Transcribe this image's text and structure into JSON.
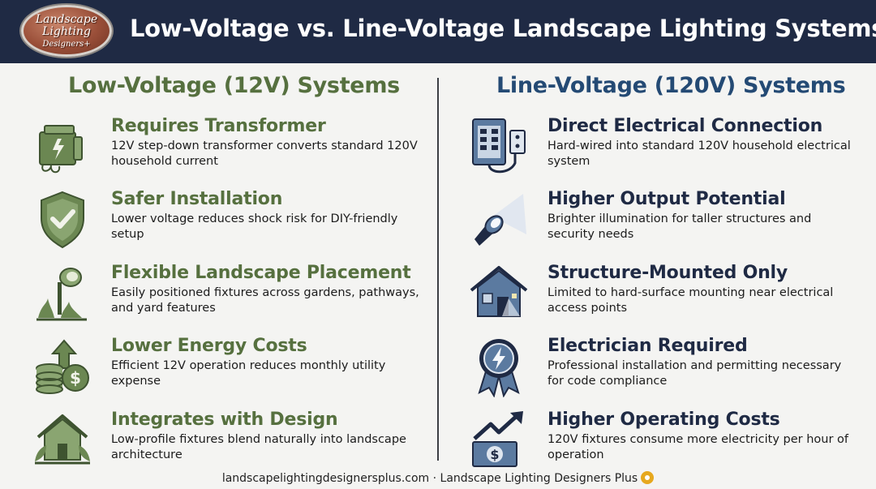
{
  "header": {
    "title": "Low-Voltage vs. Line-Voltage Landscape Lighting Systems",
    "logo_lines": [
      "Landscape",
      "Lighting",
      "Designers+"
    ]
  },
  "left": {
    "title": "Low-Voltage (12V) Systems",
    "accent": "#56703f",
    "items": [
      {
        "icon": "transformer-icon",
        "title": "Requires Transformer",
        "desc": "12V step-down transformer converts standard 120V household current"
      },
      {
        "icon": "shield-check-icon",
        "title": "Safer Installation",
        "desc": "Lower voltage reduces shock risk for DIY-friendly setup"
      },
      {
        "icon": "spotlight-plant-icon",
        "title": "Flexible Landscape Placement",
        "desc": "Easily positioned fixtures across gardens, pathways, and yard features"
      },
      {
        "icon": "coins-arrow-up-icon",
        "title": "Lower Energy Costs",
        "desc": "Efficient 12V operation reduces monthly utility expense"
      },
      {
        "icon": "house-leaves-icon",
        "title": "Integrates with Design",
        "desc": "Low-profile fixtures blend naturally into landscape architecture"
      }
    ]
  },
  "right": {
    "title": "Line-Voltage (120V) Systems",
    "accent": "#244a74",
    "items": [
      {
        "icon": "electrical-panel-icon",
        "title": "Direct Electrical Connection",
        "desc": "Hard-wired into standard 120V household electrical system"
      },
      {
        "icon": "flashlight-beam-icon",
        "title": "Higher Output Potential",
        "desc": "Brighter illumination for taller structures and security needs"
      },
      {
        "icon": "house-lamp-icon",
        "title": "Structure-Mounted Only",
        "desc": "Limited to hard-surface mounting near electrical access points"
      },
      {
        "icon": "lightning-badge-icon",
        "title": "Electrician Required",
        "desc": "Professional installation and permitting necessary for code compliance"
      },
      {
        "icon": "money-arrow-up-icon",
        "title": "Higher Operating Costs",
        "desc": "120V fixtures consume more electricity per hour of operation"
      }
    ]
  },
  "footer": {
    "text": "landscapelightingdesignersplus.com · Landscape Lighting Designers Plus"
  }
}
